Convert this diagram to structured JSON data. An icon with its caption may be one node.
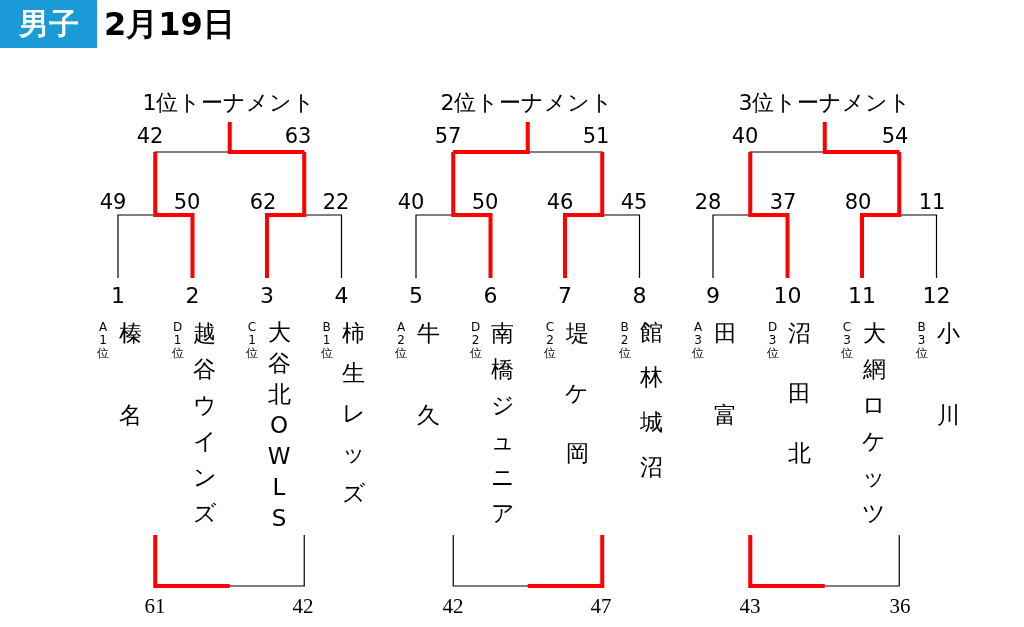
{
  "diagram": {
    "title": "2月19日",
    "nodes": [
      {
        "text": [
          "1",
          "A1位",
          "榛名"
        ]
      },
      {
        "text": [
          "2",
          "D1位",
          "越谷ウインズ"
        ]
      },
      {
        "text": [
          "3",
          "C1位",
          "大谷北OWLS"
        ]
      },
      {
        "text": [
          "4",
          "B1位",
          "柿生レッズ"
        ]
      },
      {
        "text": [
          "5",
          "A2位",
          "牛久"
        ]
      },
      {
        "text": [
          "6",
          "D2位",
          "南橋ジュニア"
        ]
      },
      {
        "text": [
          "7",
          "C2位",
          "堤ケ岡"
        ]
      },
      {
        "text": [
          "8",
          "B2位",
          "館林城沼"
        ]
      },
      {
        "text": [
          "9",
          "A3位",
          "田富"
        ]
      },
      {
        "text": [
          "10",
          "D3位",
          "沼田北"
        ]
      },
      {
        "text": [
          "11",
          "C3位",
          "大網ロケッツ"
        ]
      },
      {
        "text": [
          "12",
          "B3位",
          "小川"
        ]
      }
    ],
    "labels": [
      "男子",
      "1位トーナメント",
      "2位トーナメント",
      "3位トーナメント",
      "42",
      "63",
      "57",
      "51",
      "40",
      "54",
      "49",
      "50",
      "62",
      "22",
      "40",
      "50",
      "46",
      "45",
      "28",
      "37",
      "80",
      "11",
      "61",
      "42",
      "42",
      "47",
      "43",
      "36"
    ]
  }
}
